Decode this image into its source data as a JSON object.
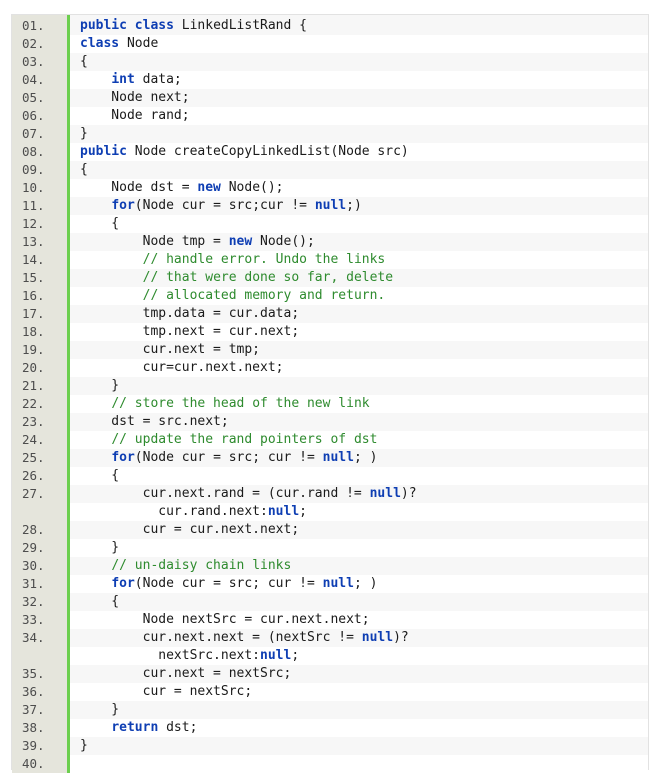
{
  "lines": [
    {
      "n": "01.",
      "t": "<k>public</k> <k>class</k> LinkedListRand {"
    },
    {
      "n": "02.",
      "t": "<k>class</k> Node"
    },
    {
      "n": "03.",
      "t": "{"
    },
    {
      "n": "04.",
      "t": "    <k>int</k> data;"
    },
    {
      "n": "05.",
      "t": "    Node next;"
    },
    {
      "n": "06.",
      "t": "    Node rand;"
    },
    {
      "n": "07.",
      "t": "}"
    },
    {
      "n": "08.",
      "t": "<k>public</k> Node createCopyLinkedList(Node src)"
    },
    {
      "n": "09.",
      "t": "{"
    },
    {
      "n": "10.",
      "t": "    Node dst = <k>new</k> Node();"
    },
    {
      "n": "11.",
      "t": "    <k>for</k>(Node cur = src;cur != <k>null</k>;)"
    },
    {
      "n": "12.",
      "t": "    {"
    },
    {
      "n": "13.",
      "t": "        Node tmp = <k>new</k> Node();"
    },
    {
      "n": "14.",
      "t": "        <c>// handle error. Undo the links</c>"
    },
    {
      "n": "15.",
      "t": "        <c>// that were done so far, delete</c>"
    },
    {
      "n": "16.",
      "t": "        <c>// allocated memory and return.</c>"
    },
    {
      "n": "17.",
      "t": "        tmp.data = cur.data;"
    },
    {
      "n": "18.",
      "t": "        tmp.next = cur.next;"
    },
    {
      "n": "19.",
      "t": "        cur.next = tmp;"
    },
    {
      "n": "20.",
      "t": "        cur=cur.next.next;"
    },
    {
      "n": "21.",
      "t": "    }"
    },
    {
      "n": "22.",
      "t": "    <c>// store the head of the new link</c>"
    },
    {
      "n": "23.",
      "t": "    dst = src.next;"
    },
    {
      "n": "24.",
      "t": "    <c>// update the rand pointers of dst</c>"
    },
    {
      "n": "25.",
      "t": "    <k>for</k>(Node cur = src; cur != <k>null</k>; )"
    },
    {
      "n": "26.",
      "t": "    {"
    },
    {
      "n": "27.",
      "t": "        cur.next.rand = (cur.rand != <k>null</k>)?"
    },
    {
      "n": "",
      "t": "          cur.rand.next:<k>null</k>;"
    },
    {
      "n": "28.",
      "t": "        cur = cur.next.next;"
    },
    {
      "n": "29.",
      "t": "    }"
    },
    {
      "n": "30.",
      "t": "    <c>// un-daisy chain links</c>"
    },
    {
      "n": "31.",
      "t": "    <k>for</k>(Node cur = src; cur != <k>null</k>; )"
    },
    {
      "n": "32.",
      "t": "    {"
    },
    {
      "n": "33.",
      "t": "        Node nextSrc = cur.next.next;"
    },
    {
      "n": "34.",
      "t": "        cur.next.next = (nextSrc != <k>null</k>)?"
    },
    {
      "n": "",
      "t": "          nextSrc.next:<k>null</k>;"
    },
    {
      "n": "35.",
      "t": "        cur.next = nextSrc;"
    },
    {
      "n": "36.",
      "t": "        cur = nextSrc;"
    },
    {
      "n": "37.",
      "t": "    }"
    },
    {
      "n": "38.",
      "t": "    <k>return</k> dst;"
    },
    {
      "n": "39.",
      "t": "}"
    },
    {
      "n": "40.",
      "t": ""
    }
  ]
}
